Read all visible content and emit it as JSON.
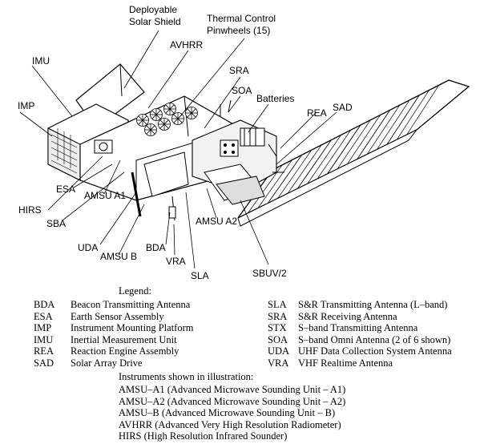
{
  "callouts": {
    "deployable_solar_shield": [
      "Deployable",
      "Solar Shield"
    ],
    "thermal_pinwheels": [
      "Thermal Control",
      "Pinwheels (15)"
    ],
    "avhrr": "AVHRR",
    "imu": "IMU",
    "imp": "IMP",
    "sra": "SRA",
    "soa": "SOA",
    "batteries": "Batteries",
    "rea": "REA",
    "sad": "SAD",
    "esa": "ESA",
    "hirs": "HIRS",
    "amsu_a1": "AMSU A1",
    "sba": "SBA",
    "uda": "UDA",
    "amsu_b": "AMSU B",
    "bda": "BDA",
    "vra": "VRA",
    "sla": "SLA",
    "amsu_a2": "AMSU A2",
    "sbuv2": "SBUV/2"
  },
  "legend": {
    "title": "Legend:",
    "left": [
      {
        "abbr": "BDA",
        "text": "Beacon Transmitting Antenna"
      },
      {
        "abbr": "ESA",
        "text": "Earth Sensor Assembly"
      },
      {
        "abbr": "IMP",
        "text": "Instrument Mounting Platform"
      },
      {
        "abbr": "IMU",
        "text": "Inertial Measurement Unit"
      },
      {
        "abbr": "REA",
        "text": "Reaction Engine Assembly"
      },
      {
        "abbr": "SAD",
        "text": "Solar Array Drive"
      }
    ],
    "right": [
      {
        "abbr": "SLA",
        "text": "S&R Transmitting Antenna (L–band)"
      },
      {
        "abbr": "SRA",
        "text": "S&R Receiving Antenna"
      },
      {
        "abbr": "STX",
        "text": "S–band Transmitting Antenna"
      },
      {
        "abbr": "SOA",
        "text": "S–band Omni Antenna (2 of 6 shown)"
      },
      {
        "abbr": "UDA",
        "text": "UHF Data Collection System Antenna"
      },
      {
        "abbr": "VRA",
        "text": "VHF Realtime Antenna"
      }
    ]
  },
  "instruments": {
    "title": "Instruments shown in illustration:",
    "items": [
      "AMSU–A1 (Advanced Microwave Sounding Unit – A1)",
      "AMSU–A2 (Advanced Microwave Sounding Unit – A2)",
      "AMSU–B (Advanced Microwave Sounding Unit – B)",
      "AVHRR (Advanced Very High Resolution Radiometer)",
      "HIRS (High Resolution Infrared Sounder)"
    ]
  }
}
